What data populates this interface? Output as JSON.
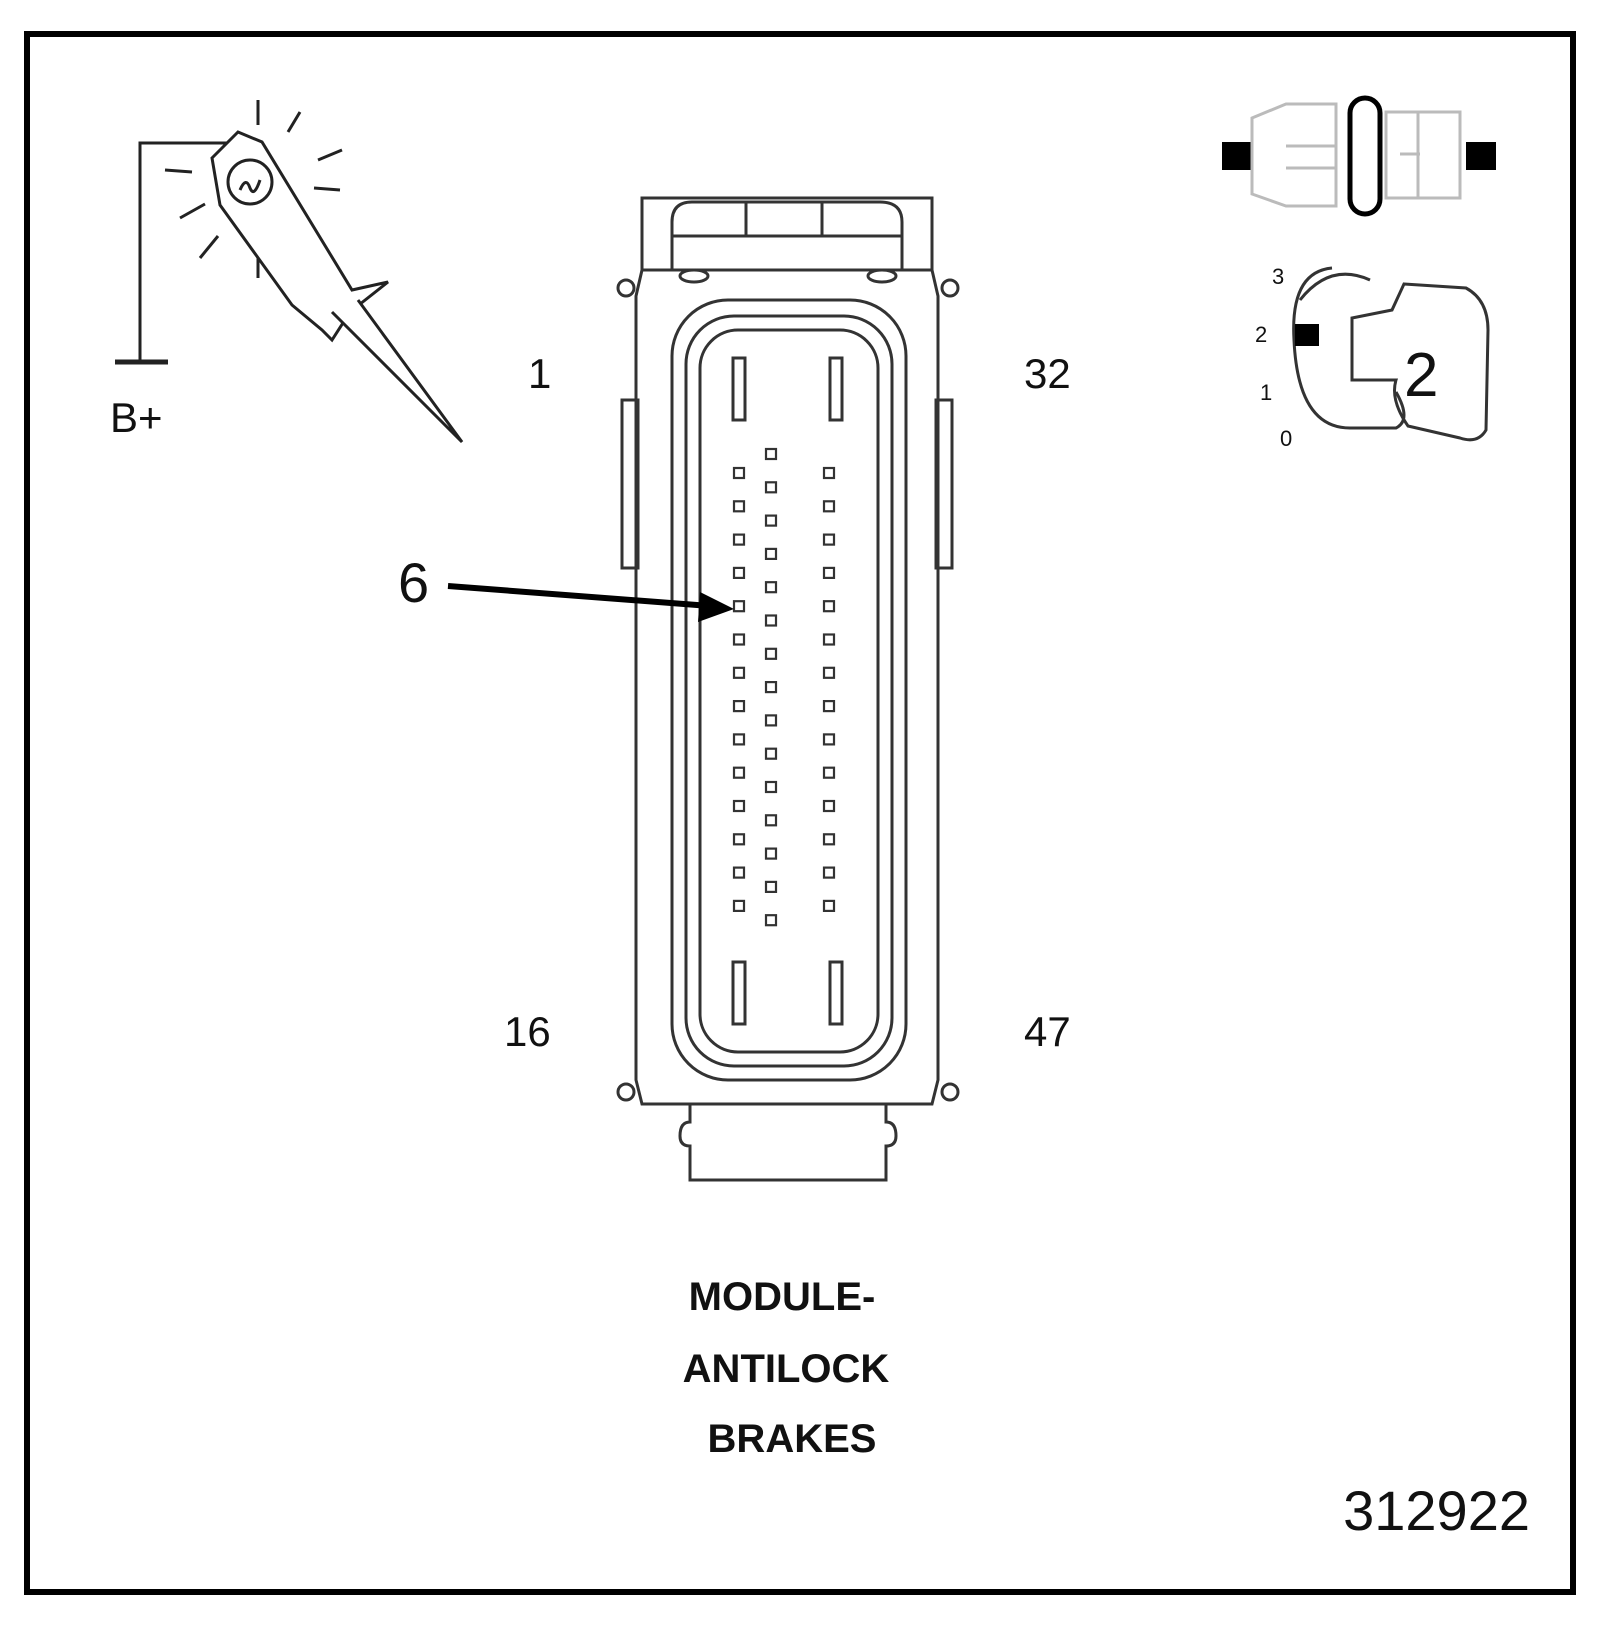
{
  "probe": {
    "supply_label": "B+"
  },
  "connector": {
    "pin_labels": {
      "top_left": "1",
      "top_right": "32",
      "bottom_left": "16",
      "bottom_right": "47"
    },
    "callout_label": "6"
  },
  "ignition": {
    "positions": [
      "3",
      "2",
      "1",
      "0"
    ],
    "selected_position": "2"
  },
  "caption": {
    "line1": "MODULE-",
    "line2": "ANTILOCK",
    "line3": "BRAKES"
  },
  "figure_number": "312922"
}
